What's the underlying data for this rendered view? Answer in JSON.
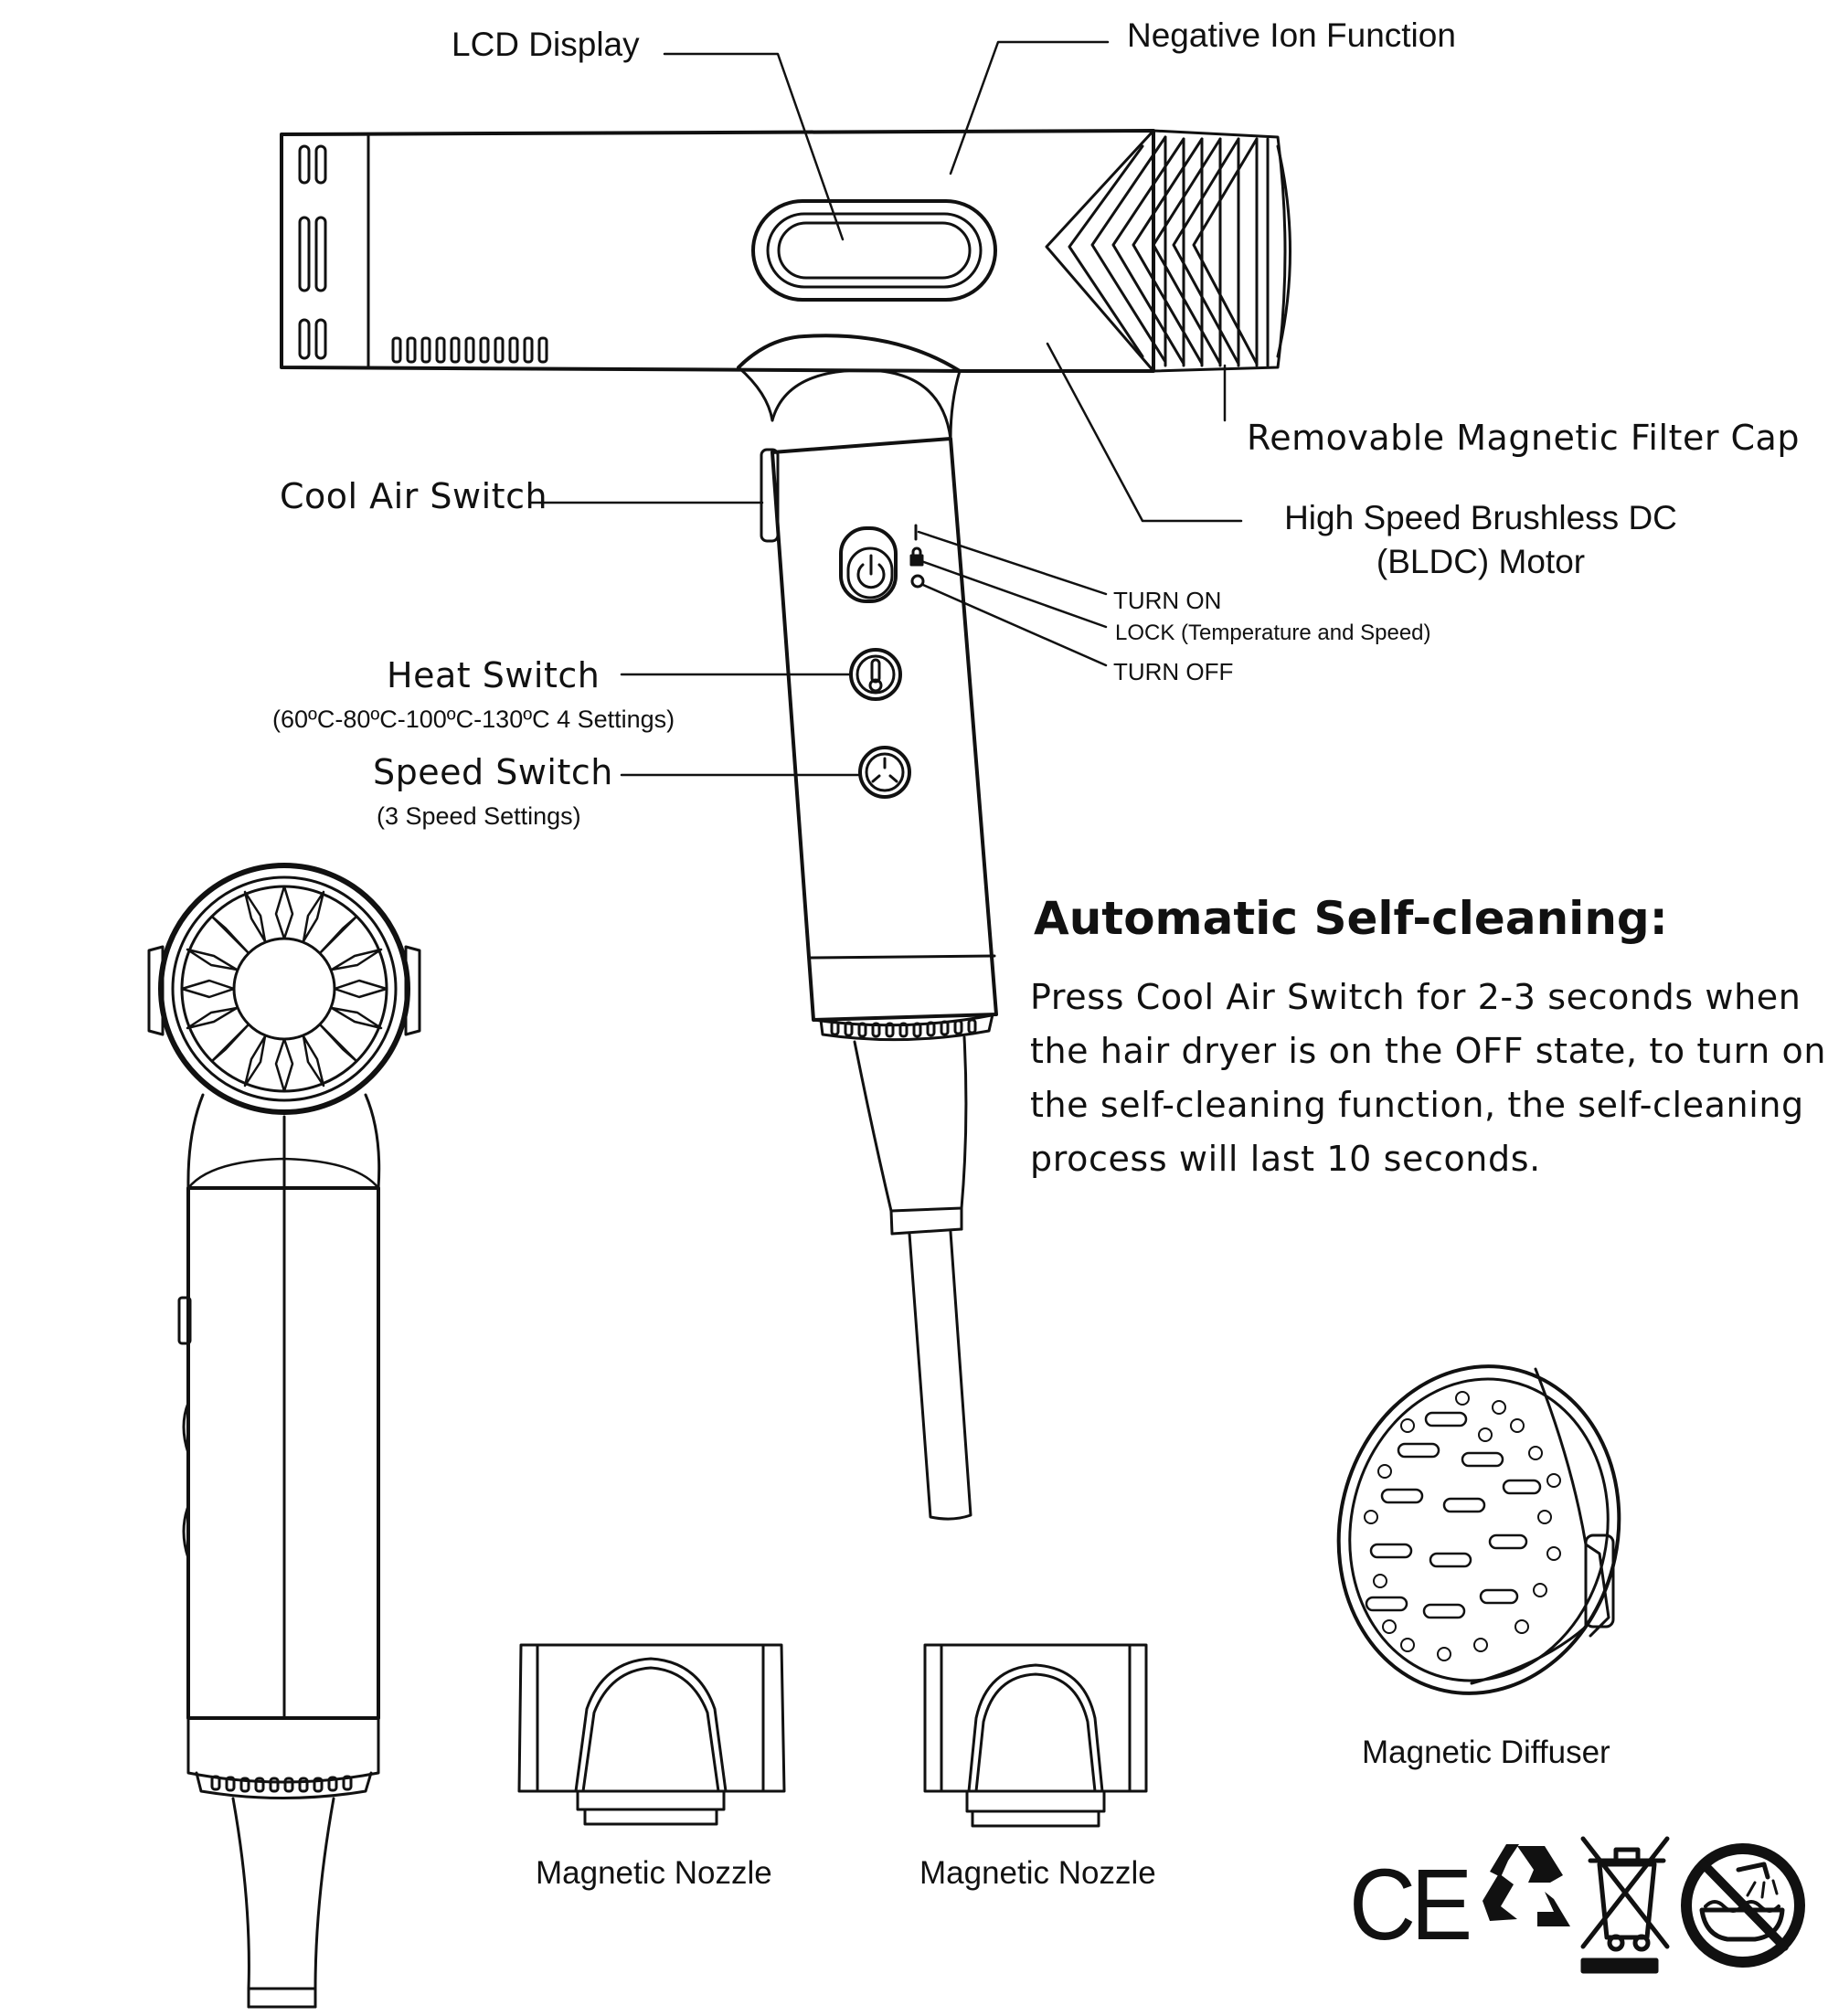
{
  "labels": {
    "lcd_display": "LCD Display",
    "negative_ion": "Negative Ion Function",
    "filter_cap": "Removable Magnetic Filter Cap",
    "motor_line1": "High Speed Brushless DC",
    "motor_line2": "(BLDC) Motor",
    "cool_air_switch": "Cool Air Switch",
    "turn_on": "TURN ON",
    "lock": "LOCK (Temperature and Speed)",
    "turn_off": "TURN OFF",
    "heat_switch": "Heat Switch",
    "heat_settings": "(60ºC-80ºC-100ºC-130ºC 4 Settings)",
    "speed_switch": "Speed Switch",
    "speed_settings": "(3 Speed Settings)",
    "nozzle_1": "Magnetic Nozzle",
    "nozzle_2": "Magnetic Nozzle",
    "diffuser": "Magnetic Diffuser"
  },
  "self_cleaning": {
    "heading": "Automatic Self-cleaning:",
    "lines": [
      "Press Cool Air Switch for 2-3 seconds when",
      "the hair dryer is on the OFF state, to turn on",
      "the self-cleaning function, the self-cleaning",
      "process will last 10 seconds."
    ]
  },
  "symbols": {
    "ce_mark": "CE",
    "icons": [
      "ce-mark-icon",
      "recycle-icon",
      "weee-crossed-bin-icon",
      "no-bath-water-icon"
    ]
  },
  "colors": {
    "line": "#111111",
    "background": "#ffffff"
  }
}
